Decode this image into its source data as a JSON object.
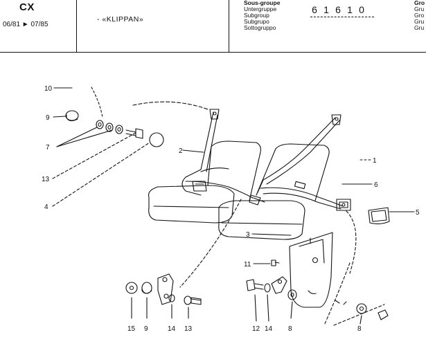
{
  "header": {
    "model": "CX",
    "dates": "06/81 ► 07/85",
    "variant": "- «KLIPPAN»",
    "group_labels": [
      "Sous-groupe",
      "Untergruppe",
      "Subgroup",
      "Subgrupo",
      "Sottogruppo"
    ],
    "code_digits": [
      "6",
      "1",
      "6",
      "1",
      "0"
    ],
    "clipped_labels": [
      "Gro",
      "Gru",
      "Gro",
      "Gru",
      "Gru"
    ]
  },
  "callouts": [
    {
      "id": "10",
      "label": "10"
    },
    {
      "id": "9a",
      "label": "9"
    },
    {
      "id": "7",
      "label": "7"
    },
    {
      "id": "13a",
      "label": "13"
    },
    {
      "id": "4",
      "label": "4"
    },
    {
      "id": "2",
      "label": "2"
    },
    {
      "id": "1",
      "label": "1"
    },
    {
      "id": "6",
      "label": "6"
    },
    {
      "id": "5",
      "label": "5"
    },
    {
      "id": "3",
      "label": "3"
    },
    {
      "id": "11",
      "label": "11"
    },
    {
      "id": "15",
      "label": "15"
    },
    {
      "id": "9b",
      "label": "9"
    },
    {
      "id": "14a",
      "label": "14"
    },
    {
      "id": "13b",
      "label": "13"
    },
    {
      "id": "12",
      "label": "12"
    },
    {
      "id": "14b",
      "label": "14"
    },
    {
      "id": "8a",
      "label": "8"
    },
    {
      "id": "8b",
      "label": "8"
    }
  ]
}
